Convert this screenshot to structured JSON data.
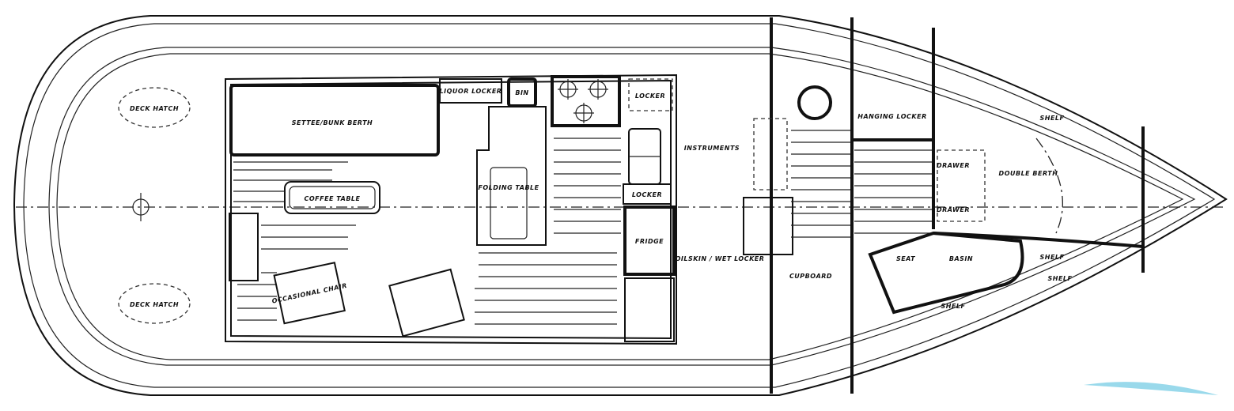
{
  "drawing": {
    "labels": {
      "deck_hatch_top": "DECK HATCH",
      "deck_hatch_bottom": "DECK HATCH",
      "settee": "SETTEE/BUNK BERTH",
      "liquor_locker": "LIQUOR LOCKER",
      "bin": "BIN",
      "coffee_table": "COFFEE TABLE",
      "folding_table": "FOLDING TABLE",
      "occasional_chair": "OCCASIONAL CHAIR",
      "locker_upper": "LOCKER",
      "fridge": "FRIDGE",
      "locker_lower": "LOCKER",
      "instrument_panel": "INSTRUMENTS",
      "hanging_locker": "HANGING LOCKER",
      "wet_locker": "OILSKIN / WET LOCKER",
      "cupboard": "CUPBOARD",
      "drawer_1": "DRAWER",
      "drawer_2": "DRAWER",
      "double_berth": "DOUBLE BERTH",
      "shelf_1": "SHELF",
      "shelf_2": "SHELF",
      "shelf_3": "SHELF",
      "seat": "SEAT",
      "basin": "BASIN",
      "shelf_4": "SHELF"
    },
    "colors": {
      "ink": "#111111",
      "watermark": "#7fd0e6"
    }
  }
}
